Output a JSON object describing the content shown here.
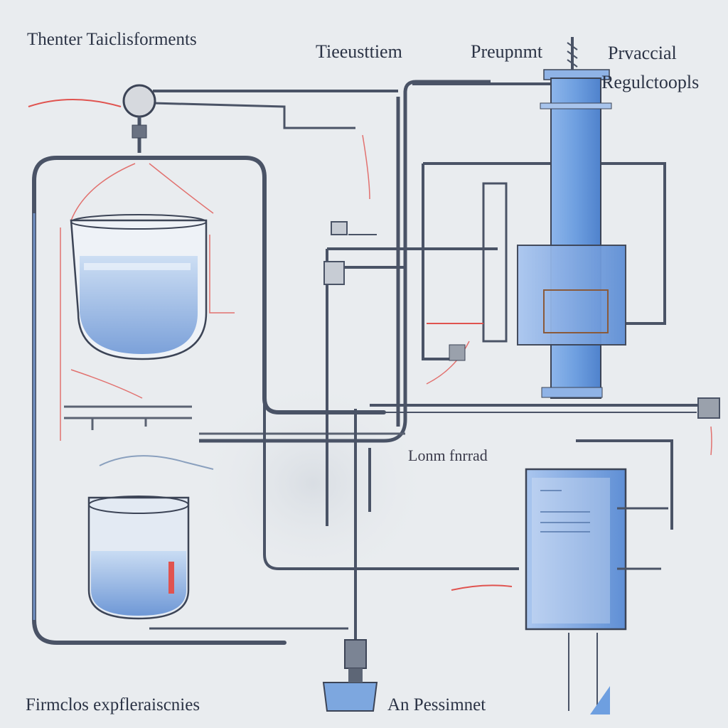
{
  "labels": {
    "top_left": "Thenter Taiclisforments",
    "top_center": "Tieeusttiem",
    "top_right_1": "Preupnmt",
    "top_right_2": "Prvaccial",
    "top_right_3": "Regulctoopls",
    "mid_right": "Lonm fnrrad",
    "bottom_left": "Firmclos expfleraiscnies",
    "bottom_right": "An Pessimnet"
  },
  "colors": {
    "background": "#e9ecef",
    "pipe": "#4a5366",
    "water": "#7fa6dc",
    "accent_red": "#e0534f",
    "column": "#6e9fe0"
  }
}
